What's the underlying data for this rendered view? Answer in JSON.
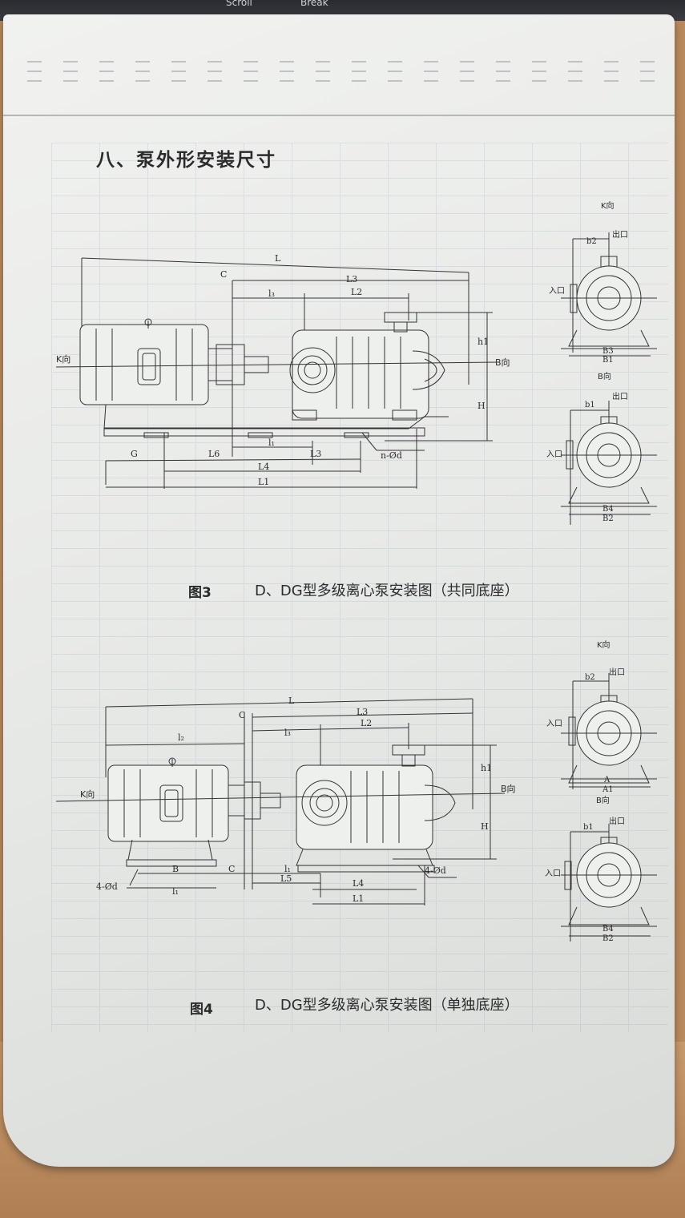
{
  "keyboard": {
    "key1": "Scroll",
    "key2": "Break"
  },
  "heading": "八、泵外形安装尺寸",
  "figure3": {
    "number": "图3",
    "caption": "D、DG型多级离心泵安装图（共同底座）",
    "labels": {
      "L": "L",
      "C": "C",
      "L3": "L3",
      "l3": "l₃",
      "L2": "L2",
      "K": "K向",
      "B": "B向",
      "h1": "h1",
      "H": "H",
      "G": "G",
      "L6": "L6",
      "l1": "l₁",
      "L3b": "L3",
      "L4": "L4",
      "L1": "L1",
      "nd": "n-Ød"
    },
    "side_top": {
      "k": "K向",
      "b2": "b2",
      "out": "出口",
      "in": "入口",
      "B3": "B3",
      "B1": "B1"
    },
    "side_bottom": {
      "bdir": "B向",
      "b1": "b1",
      "out": "出口",
      "in": "入口",
      "B4": "B4",
      "B2": "B2"
    }
  },
  "figure4": {
    "number": "图4",
    "caption": "D、DG型多级离心泵安装图（单独底座）",
    "labels": {
      "L": "L",
      "C": "C",
      "L3": "L3",
      "l2": "l₂",
      "l3": "l₃",
      "L2": "L2",
      "K": "K向",
      "B": "B向",
      "h1": "h1",
      "H": "H",
      "nd1": "4-Ød",
      "Bm": "B",
      "l1": "l₁",
      "C2": "C",
      "l1b": "l₁",
      "L5": "L5",
      "L4": "L4",
      "L1": "L1",
      "nd2": "4-Ød"
    },
    "side_top": {
      "k": "K向",
      "b2": "b2",
      "out": "出口",
      "in": "入口",
      "A": "A",
      "A1": "A1"
    },
    "side_bottom": {
      "bdir": "B向",
      "b1": "b1",
      "out": "出口",
      "in": "入口",
      "B4": "B4",
      "B2": "B2"
    }
  }
}
